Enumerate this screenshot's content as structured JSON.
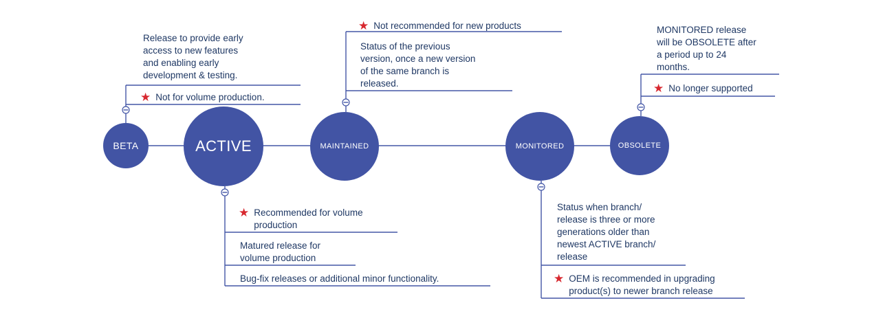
{
  "colors": {
    "node": "#4254a4",
    "line": "#4356a6",
    "text": "#1f3864",
    "star": "#d7282f"
  },
  "icons": {
    "star": "★",
    "collapse_minus": "−"
  },
  "nodes": [
    {
      "label": "BETA"
    },
    {
      "label": "ACTIVE"
    },
    {
      "label": "MAINTAINED"
    },
    {
      "label": "MONITORED"
    },
    {
      "label": "OBSOLETE"
    }
  ],
  "annotations": {
    "beta": {
      "desc": "Release to provide early\naccess to new features\nand enabling early\ndevelopment & testing.",
      "star": "Not for volume production."
    },
    "maintained": {
      "star": "Not recommended for new products",
      "desc": "Status of the previous\nversion, once a new version\nof the same branch is\nreleased."
    },
    "obsolete": {
      "desc": "MONITORED release\nwill be OBSOLETE after\na period up to 24\nmonths.",
      "star": "No longer supported"
    },
    "active": {
      "star": "Recommended for volume\nproduction",
      "item2": "Matured release for\nvolume production",
      "item3": "Bug-fix releases or additional minor functionality."
    },
    "monitored": {
      "desc": "Status when branch/\nrelease is three or more\ngenerations older than\nnewest ACTIVE branch/\nrelease",
      "star": "OEM is recommended in upgrading\nproduct(s) to newer branch release"
    }
  }
}
